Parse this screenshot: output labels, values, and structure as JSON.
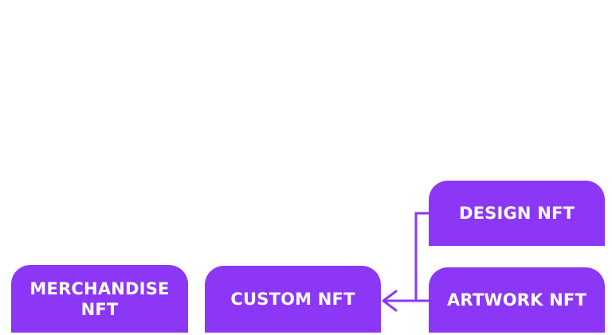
{
  "colors": {
    "node_fill": "#8c37f5",
    "connector": "#8c37f5",
    "text": "#ffffff",
    "background": "#ffffff"
  },
  "nodes": {
    "merchandise": {
      "label": "MERCHANDISE\nNFT"
    },
    "custom": {
      "label": "CUSTOM NFT"
    },
    "design": {
      "label": "DESIGN NFT"
    },
    "artwork": {
      "label": "ARTWORK NFT"
    }
  },
  "edges": [
    {
      "from": "design",
      "to": "custom"
    },
    {
      "from": "artwork",
      "to": "custom"
    }
  ]
}
